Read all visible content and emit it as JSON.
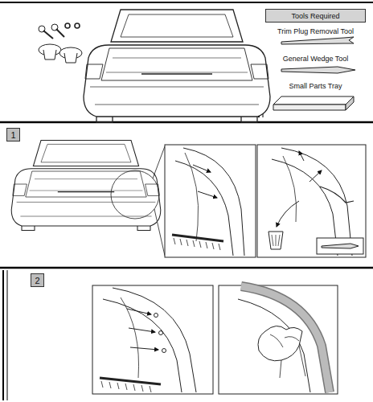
{
  "diagram": {
    "nodes": [
      {
        "text": [
          "Tools Required"
        ]
      },
      {
        "text": [
          "1"
        ]
      },
      {
        "text": [
          "2"
        ]
      }
    ],
    "labels": [
      "Trim Plug Removal Tool",
      "General Wedge Tool",
      "Small Parts Tray"
    ]
  }
}
